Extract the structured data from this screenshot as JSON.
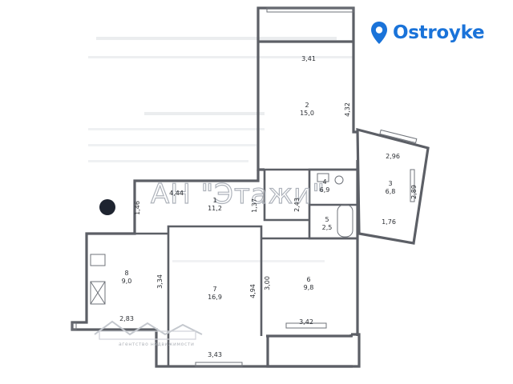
{
  "logo": {
    "text": "Ostroyke",
    "color": "#1a73d9"
  },
  "watermark": {
    "text": "АН \"Этажи\"",
    "agency_caption": "агентство недвижимости"
  },
  "rooms": [
    {
      "no": "1",
      "area": "11,2"
    },
    {
      "no": "2",
      "area": "15,0"
    },
    {
      "no": "3",
      "area": "6,8"
    },
    {
      "no": "4",
      "area": "6,9"
    },
    {
      "no": "5",
      "area": "2,5"
    },
    {
      "no": "6",
      "area": "9,8"
    },
    {
      "no": "7",
      "area": "16,9"
    },
    {
      "no": "8",
      "area": "9,0"
    }
  ],
  "dimensions": {
    "balcony_top": "3,41",
    "room2_height": "4,32",
    "room3_top": "2,96",
    "room3_side": "2,89",
    "room3_bottom": "1,76",
    "hall_width": "4,44",
    "hall_left": "1,46",
    "hall_mid": "1,37",
    "bath_side": "2,43",
    "room8_height": "3,34",
    "room8_bottom": "2,83",
    "room7_height": "4,94",
    "room7_bottom": "3,43",
    "room6_height": "3,00",
    "room6_bottom": "3,42"
  },
  "colors": {
    "walls": "#5c5f66",
    "background": "#ffffff",
    "marker": "#1e2430"
  }
}
